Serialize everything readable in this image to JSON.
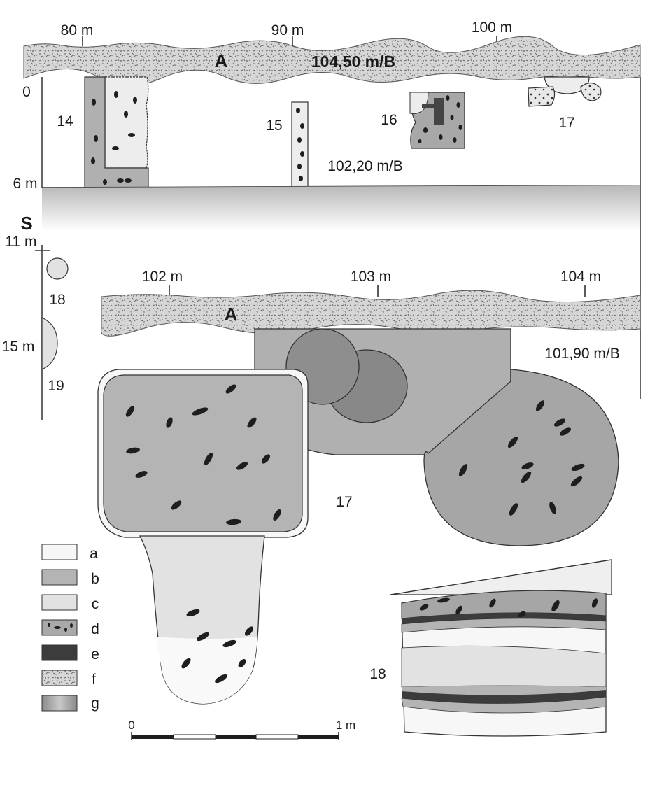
{
  "top_section": {
    "ticks": [
      "80 m",
      "90 m",
      "100 m"
    ],
    "layer_label": "A",
    "elevation": "104,50 m/B",
    "depth_top": "0",
    "depth_bottom": "6 m",
    "features": [
      "14",
      "15",
      "16",
      "17"
    ],
    "elevation_mid": "102,20 m/B"
  },
  "side_profile": {
    "direction": "S",
    "depth_11": "11 m",
    "depth_15": "15 m",
    "features": [
      "18",
      "19"
    ]
  },
  "bottom_section": {
    "ticks": [
      "102 m",
      "103 m",
      "104 m"
    ],
    "layer_label": "A",
    "elevation": "101,90 m/B",
    "feature_17": "17",
    "feature_18": "18"
  },
  "legend": {
    "items": [
      {
        "key": "a",
        "fill": "#f7f7f7"
      },
      {
        "key": "b",
        "fill": "#b4b4b4"
      },
      {
        "key": "c",
        "fill": "#e2e2e2"
      },
      {
        "key": "d",
        "fill": "#a9a9a9"
      },
      {
        "key": "e",
        "fill": "#3c3c3c"
      },
      {
        "key": "f",
        "fill": "#d8d8d8"
      },
      {
        "key": "g",
        "fill": "#9a9a9a"
      }
    ]
  },
  "scale": {
    "start": "0",
    "end": "1 m"
  }
}
